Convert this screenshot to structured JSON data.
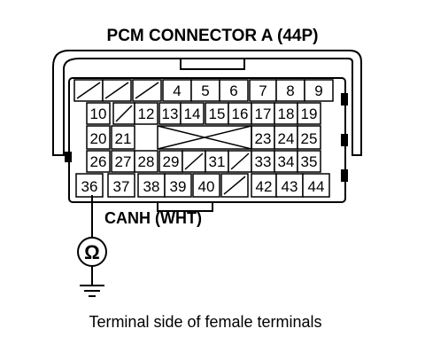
{
  "title": "PCM CONNECTOR A (44P)",
  "signal_label": "CANH (WHT)",
  "caption": "Terminal side of female terminals",
  "meter_symbol": "Ω",
  "rows": [
    [
      {
        "label": "",
        "blank": true
      },
      {
        "label": "",
        "blank": true
      },
      {
        "label": "",
        "blank": true
      },
      {
        "label": "4"
      },
      {
        "label": "5"
      },
      {
        "label": "6"
      },
      {
        "label": "7"
      },
      {
        "label": "8"
      },
      {
        "label": "9"
      }
    ],
    [
      {
        "label": "10"
      },
      {
        "label": "",
        "blank": true
      },
      {
        "label": "12"
      },
      {
        "label": "13"
      },
      {
        "label": "14"
      },
      {
        "label": "15"
      },
      {
        "label": "16"
      },
      {
        "label": "17"
      },
      {
        "label": "18"
      },
      {
        "label": "19"
      }
    ],
    [
      {
        "label": "20"
      },
      {
        "label": "21"
      },
      {
        "label": "",
        "blank": true
      },
      {
        "label": "23"
      },
      {
        "label": "24"
      },
      {
        "label": "25"
      }
    ],
    [
      {
        "label": "26"
      },
      {
        "label": "27"
      },
      {
        "label": "28"
      },
      {
        "label": "29"
      },
      {
        "label": "",
        "blank": true
      },
      {
        "label": "31"
      },
      {
        "label": "",
        "blank": true
      },
      {
        "label": "33"
      },
      {
        "label": "34"
      },
      {
        "label": "35"
      }
    ],
    [
      {
        "label": "36"
      },
      {
        "label": "37"
      },
      {
        "label": "38"
      },
      {
        "label": "39"
      },
      {
        "label": "40"
      },
      {
        "label": "",
        "blank": true
      },
      {
        "label": "42"
      },
      {
        "label": "43"
      },
      {
        "label": "44"
      }
    ]
  ],
  "probe_terminal": "36"
}
